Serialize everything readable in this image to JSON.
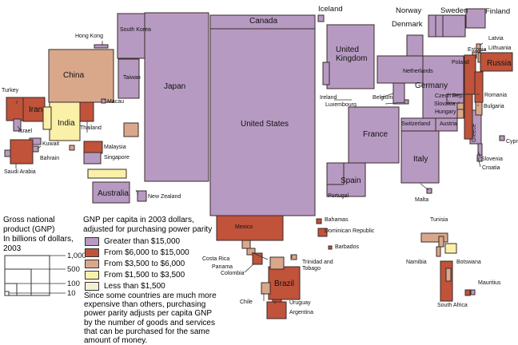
{
  "colors": {
    "gt15000": "#b79ac2",
    "c6000_15000": "#c0533a",
    "c3500_6000": "#d9a88a",
    "c1500_3500": "#faf0a8",
    "lt1500": "#f5efd2",
    "border": "#3a2a2a"
  },
  "countries": [
    {
      "name": "Iceland"
    },
    {
      "name": "Norway"
    },
    {
      "name": "Sweden"
    },
    {
      "name": "Finland"
    },
    {
      "name": "Denmark"
    },
    {
      "name": "Canada"
    },
    {
      "name": "United Kingdom"
    },
    {
      "name": "Latvia"
    },
    {
      "name": "Lithuania"
    },
    {
      "name": "Estonia"
    },
    {
      "name": "Poland"
    },
    {
      "name": "Russia"
    },
    {
      "name": "Netherlands"
    },
    {
      "name": "Germany"
    },
    {
      "name": "Ireland"
    },
    {
      "name": "Belgium"
    },
    {
      "name": "Luxembourg"
    },
    {
      "name": "Czech Rep."
    },
    {
      "name": "Slovakia"
    },
    {
      "name": "Hungary"
    },
    {
      "name": "Romania"
    },
    {
      "name": "Bulgaria"
    },
    {
      "name": "France"
    },
    {
      "name": "Switzerland"
    },
    {
      "name": "Austria"
    },
    {
      "name": "Greece"
    },
    {
      "name": "Cyprus"
    },
    {
      "name": "Italy"
    },
    {
      "name": "Slovenia"
    },
    {
      "name": "Croatia"
    },
    {
      "name": "Spain"
    },
    {
      "name": "Portugal"
    },
    {
      "name": "Malta"
    },
    {
      "name": "United States"
    },
    {
      "name": "Mexico"
    },
    {
      "name": "Bahamas"
    },
    {
      "name": "Dominican Republic"
    },
    {
      "name": "Barbados"
    },
    {
      "name": "Costa Rica"
    },
    {
      "name": "Panama"
    },
    {
      "name": "Colombia"
    },
    {
      "name": "Trinidad and Tobago"
    },
    {
      "name": "Brazil"
    },
    {
      "name": "Chile"
    },
    {
      "name": "Uruguay"
    },
    {
      "name": "Argentina"
    },
    {
      "name": "Hong Kong"
    },
    {
      "name": "South Korea"
    },
    {
      "name": "China"
    },
    {
      "name": "Taiwan"
    },
    {
      "name": "Japan"
    },
    {
      "name": "Macau"
    },
    {
      "name": "Turkey"
    },
    {
      "name": "Iran"
    },
    {
      "name": "India"
    },
    {
      "name": "Israel"
    },
    {
      "name": "Thailand"
    },
    {
      "name": "Kuwait"
    },
    {
      "name": "Bahrain"
    },
    {
      "name": "Saudi Arabia"
    },
    {
      "name": "Malaysia"
    },
    {
      "name": "Singapore"
    },
    {
      "name": "Australia"
    },
    {
      "name": "New Zealand"
    },
    {
      "name": "Tunisia"
    },
    {
      "name": "Namibia"
    },
    {
      "name": "Botswana"
    },
    {
      "name": "Mauritius"
    },
    {
      "name": "South Africa"
    }
  ],
  "legend_gnp": {
    "title_lines": [
      "Gross national",
      "product (GNP)",
      "In billions of dollars,",
      "2003"
    ],
    "scale": [
      {
        "label": "1,000",
        "value": 1000
      },
      {
        "label": "500",
        "value": 500
      },
      {
        "label": "100",
        "value": 100
      },
      {
        "label": "10",
        "value": 10
      }
    ]
  },
  "legend_income": {
    "title_lines": [
      "GNP per capita in 2003 dollars,",
      "adjusted for purchasing power parity"
    ],
    "items": [
      {
        "label": "Greater than $15,000",
        "color": "#b79ac2"
      },
      {
        "label": "From $6,000 to $15,000",
        "color": "#c0533a"
      },
      {
        "label": "From $3,500 to $6,000",
        "color": "#d9a88a"
      },
      {
        "label": "From $1,500 to $3,500",
        "color": "#faf0a8"
      },
      {
        "label": "Less than $1,500",
        "color": "#f5efd2"
      }
    ]
  },
  "note_lines": [
    "Since some countries are much more",
    "expensive than others, purchasing",
    "power parity adjusts per capita GNP",
    "by the number of goods and services",
    "that can be purchased for the same",
    "amount of money."
  ]
}
